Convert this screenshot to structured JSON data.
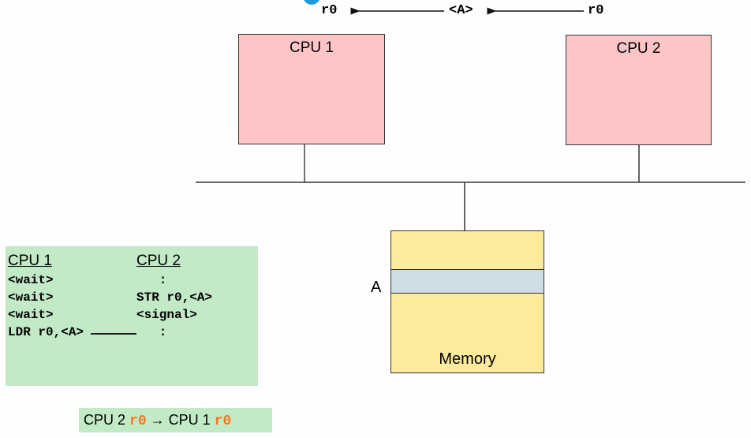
{
  "top_transfer": {
    "left_register": "r0",
    "memory_address": "<A>",
    "right_register": "r0"
  },
  "cpus": [
    {
      "label": "CPU 1",
      "fill": "#fec5c7"
    },
    {
      "label": "CPU 2",
      "fill": "#fec5c7"
    }
  ],
  "memory": {
    "label": "Memory",
    "address_label": "A",
    "fill": "#fdeb9c",
    "highlight_fill": "#cddde6"
  },
  "code_table": {
    "headers": [
      "CPU 1",
      "CPU 2"
    ],
    "rows": [
      [
        "<wait>",
        "   :"
      ],
      [
        "<wait>",
        "STR r0,<A>"
      ],
      [
        "<wait>",
        "<signal>"
      ],
      [
        "LDR r0,<A>",
        "   :"
      ]
    ],
    "fill": "#c3eac7"
  },
  "result": {
    "src_cpu": "CPU 2",
    "src_reg": "r0",
    "arrow": "→",
    "dst_cpu": "CPU 1",
    "dst_reg": "r0",
    "reg_color": "#f27b20"
  }
}
